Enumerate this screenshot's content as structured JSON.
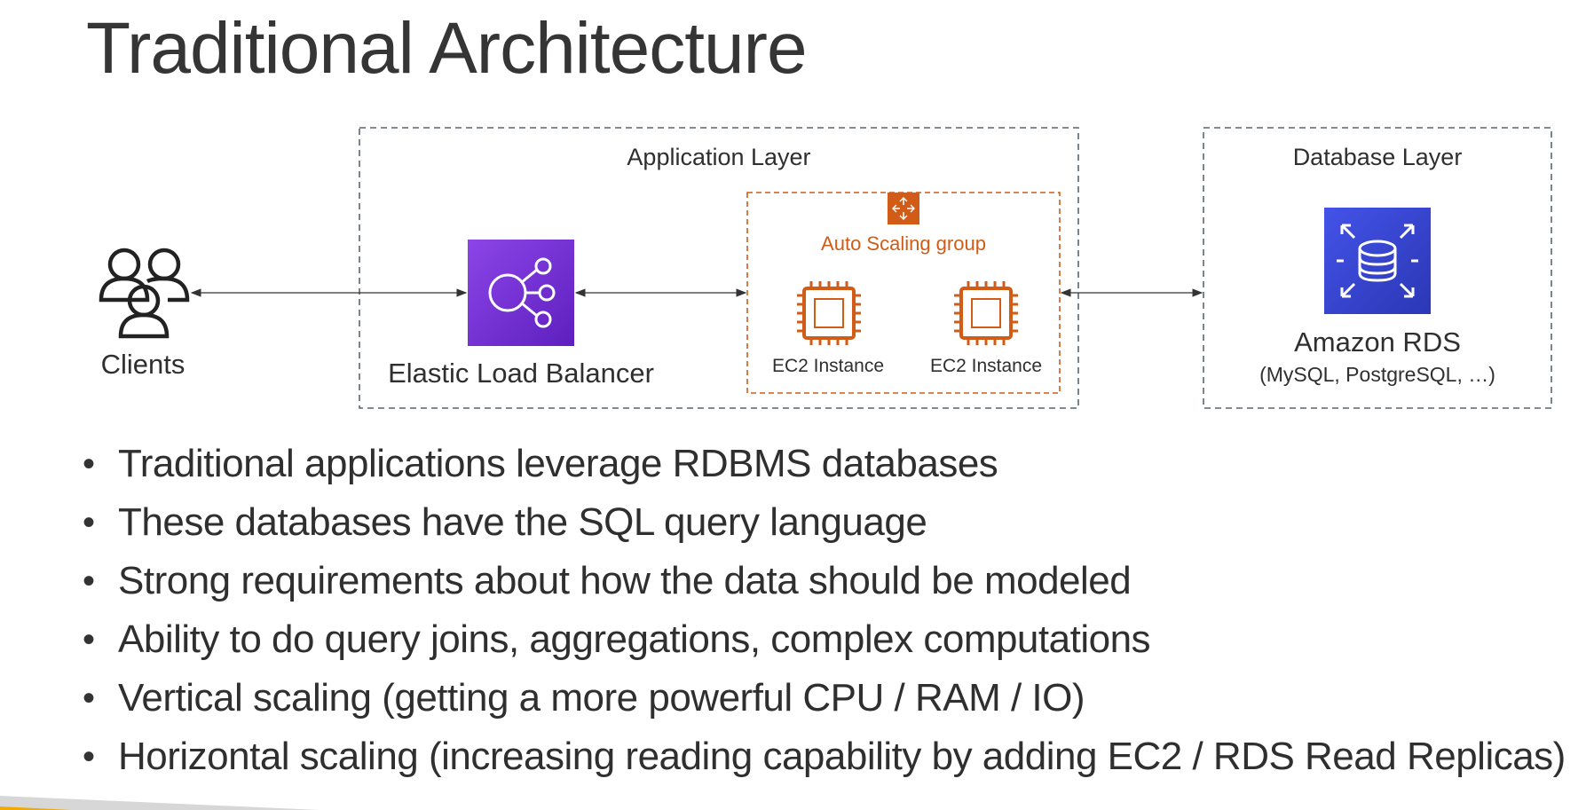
{
  "title": "Traditional Architecture",
  "diagram": {
    "application_layer_label": "Application Layer",
    "database_layer_label": "Database Layer",
    "clients_label": "Clients",
    "elb_label": "Elastic Load Balancer",
    "asg_label": "Auto Scaling group",
    "ec2_1_label": "EC2 Instance",
    "ec2_2_label": "EC2 Instance",
    "rds_label": "Amazon RDS",
    "rds_sublabel": "(MySQL, PostgreSQL, …)",
    "icons": {
      "clients": "users-icon",
      "elb": "load-balancer-icon",
      "asg": "auto-scaling-icon",
      "ec2": "chip-icon",
      "rds": "database-icon"
    },
    "colors": {
      "elb_fill": "#7B2FD6",
      "asg": "#D05C17",
      "rds_fill": "#3B48CC",
      "border_dashed": "#5a6470"
    }
  },
  "bullets": [
    "Traditional applications leverage RDBMS databases",
    "These databases have the SQL query language",
    "Strong requirements about how the data should be modeled",
    "Ability to do query joins, aggregations, complex computations",
    "Vertical scaling (getting a more powerful CPU / RAM / IO)",
    "Horizontal scaling (increasing reading capability by adding EC2 / RDS Read Replicas)"
  ]
}
